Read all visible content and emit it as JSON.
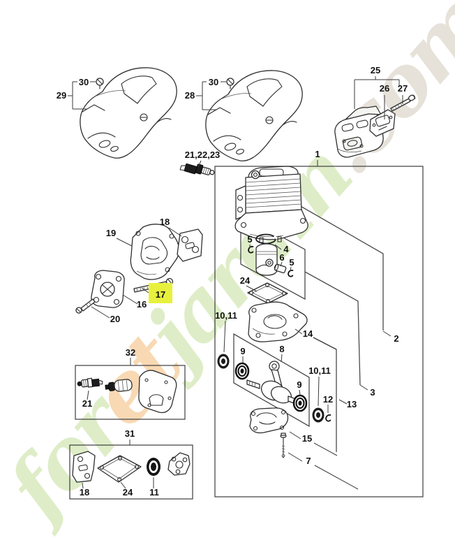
{
  "colors": {
    "highlight": "#e7f13d",
    "watermark_green": "#bfdd90",
    "watermark_orange": "#f2b46c",
    "watermark_tan": "#cfc7b5",
    "label": "#111111",
    "label_olive": "#6f7c1d",
    "line": "#2e2e2e"
  },
  "watermark": {
    "part1": "for",
    "part2": "et",
    "part3": "jardin",
    "part4": ".com"
  },
  "callouts": {
    "cover_left_bracket": "29",
    "cover_left_screw": "30",
    "cover_right_bracket": "28",
    "cover_right_screw": "30",
    "muffler_kit": "25",
    "muffler_plate": "26",
    "muffler_screw": "27",
    "spark_plug_set": "21,22,23",
    "engine_assembly": "1",
    "heat_shield": "19",
    "gasket_upper": "18",
    "spacer_flange": "16",
    "screw_highlighted": "17",
    "screw_lower_left": "20",
    "circlip_left": "5",
    "piston_ring": "4",
    "wrist_pin": "6",
    "circlip_right": "5",
    "cylinder_gasket": "24",
    "oil_seal_left": "10,11",
    "crankcase_upper": "14",
    "bearing_left": "9",
    "crankshaft": "8",
    "oil_seal_right": "10,11",
    "bearing_right": "9",
    "retaining_washer": "12",
    "crank_kit": "13",
    "crankcase_lower": "15",
    "screw_crankcase": "7",
    "piston_kit": "2",
    "crankshaft_kit": "3",
    "service_kit": "32",
    "kit_spark_plug": "21",
    "gasket_set": "31",
    "gasket_set_18": "18",
    "gasket_set_24": "24",
    "gasket_set_11": "11"
  }
}
